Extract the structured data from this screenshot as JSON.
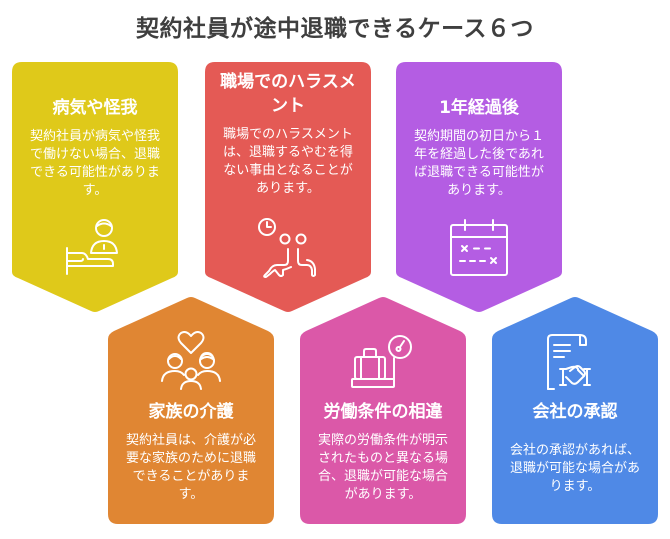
{
  "title": "契約社員が途中退職できるケース６つ",
  "colors": {
    "illness": "#dfc91a",
    "harassment": "#e45a55",
    "one_year": "#b45de3",
    "family_care": "#e08633",
    "conditions": "#db58a8",
    "approval": "#4f89e6",
    "title_text": "#3f3f3f"
  },
  "cards": [
    {
      "id": "illness",
      "heading": "病気や怪我",
      "description": "契約社員が病気や怪我で働けない場合、退職できる可能性があります。",
      "icon": "sick-person-in-bed-icon"
    },
    {
      "id": "harassment",
      "heading": "職場でのハラスメント",
      "description": "職場でのハラスメントは、退職するやむを得ない事由となることがあります。",
      "icon": "waiting-people-clock-icon"
    },
    {
      "id": "one_year",
      "heading": "1年経過後",
      "description": "契約期間の初日から１年を経過した後であれば退職できる可能性があります。",
      "icon": "calendar-icon"
    },
    {
      "id": "family_care",
      "heading": "家族の介護",
      "description": "契約社員は、介護が必要な家族のために退職できることがあります。",
      "icon": "family-heart-icon"
    },
    {
      "id": "conditions",
      "heading": "労働条件の相違",
      "description": "実際の労働条件が明示されたものと異なる場合、退職が可能な場合があります。",
      "icon": "luggage-scale-icon"
    },
    {
      "id": "approval",
      "heading": "会社の承認",
      "description": "会社の承認があれば、退職が可能な場合があります。",
      "icon": "contract-handshake-icon"
    }
  ]
}
